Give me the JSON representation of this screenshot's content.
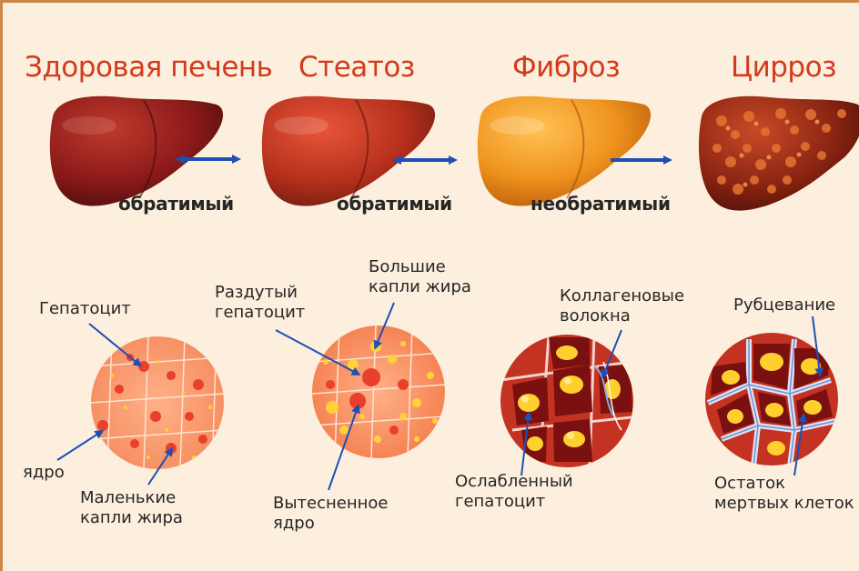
{
  "stages": [
    {
      "title": "Здоровая печень",
      "color": "#8b1a1a"
    },
    {
      "title": "Стеатоз",
      "color": "#b5301c"
    },
    {
      "title": "Фиброз",
      "color": "#e8861a"
    },
    {
      "title": "Цирроз",
      "color": "#a8321a"
    }
  ],
  "transitions": [
    "обратимый",
    "обратимый",
    "необратимый"
  ],
  "labels": {
    "healthy": {
      "hepatocyte": "Гепатоцит",
      "nucleus": "ядро",
      "small_fat_line1": "Маленькие",
      "small_fat_line2": "капли жира"
    },
    "steatosis": {
      "large_fat_line1": "Большие",
      "large_fat_line2": "капли жира",
      "swollen_line1": "Раздутый",
      "swollen_line2": "гепатоцит",
      "displaced_line1": "Вытесненное",
      "displaced_line2": "ядро"
    },
    "fibrosis": {
      "collagen_line1": "Коллагеновые",
      "collagen_line2": "волокна",
      "weakened_line1": "Ослабленный",
      "weakened_line2": "гепатоцит"
    },
    "cirrhosis": {
      "scarring": "Рубцевание",
      "dead_line1": "Остаток",
      "dead_line2": "мертвых клеток"
    }
  },
  "colors": {
    "title": "#d33a1c",
    "arrow": "#1f4fb5",
    "text": "#262626",
    "background": "#fcefdd"
  }
}
